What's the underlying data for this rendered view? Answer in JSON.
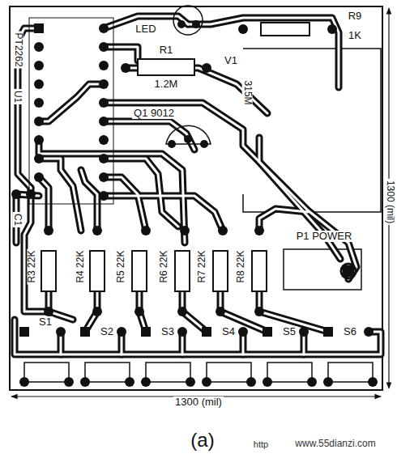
{
  "diagram": {
    "caption": "(a)",
    "labels": [
      "PT2262",
      "U1",
      "LED",
      "R9",
      "1K",
      "R1",
      "1.2M",
      "V1",
      "315M",
      "Q1 9012",
      "C1",
      "P1 POWER",
      "1300 (mil)",
      "1300 (mil)",
      "R3 22K",
      "R4 22K",
      "R5 22K",
      "R6 22K",
      "R7 22K",
      "R8 22K",
      "S1",
      "S2",
      "S3",
      "S4",
      "S5",
      "S6",
      "http",
      "www.55dianzi.com"
    ]
  }
}
